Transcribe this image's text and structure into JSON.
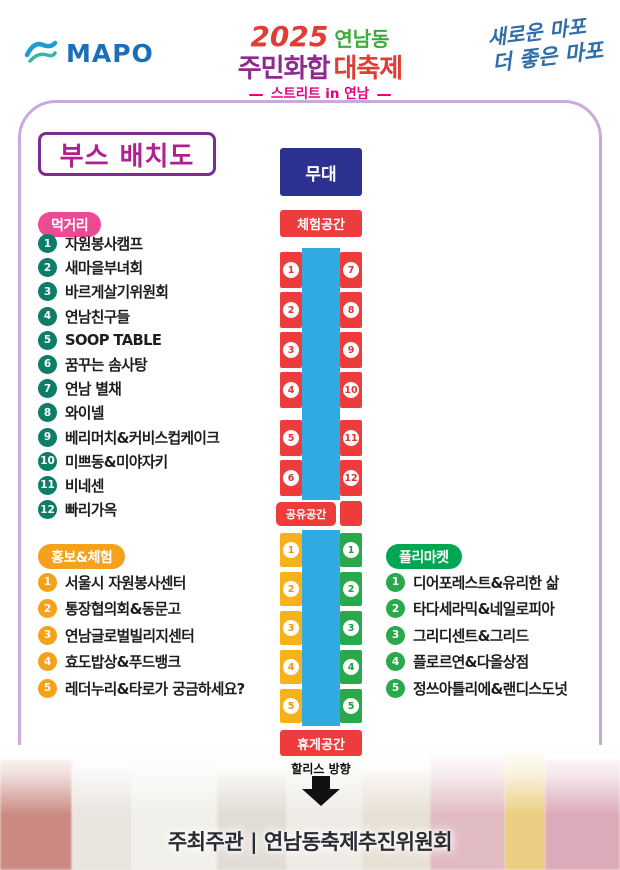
{
  "header": {
    "logo_text": "MAPO",
    "title_year": "2025",
    "title_place": "연남동",
    "title_main1": "주민화합",
    "title_main2": "대축제",
    "subtitle": "스트리트 in 연남",
    "slogan_line1": "새로운 마포",
    "slogan_line2": "더 좋은 마포"
  },
  "page_title": "부스 배치도",
  "legend": {
    "food": {
      "label": "먹거리",
      "numbers": [
        "1",
        "2",
        "3",
        "4",
        "5",
        "6",
        "7",
        "8",
        "9",
        "10",
        "11",
        "12"
      ],
      "items": [
        "자원봉사캠프",
        "새마을부녀회",
        "바르게살기위원회",
        "연남친구들",
        "SOOP TABLE",
        "꿈꾸는 솜사탕",
        "연남 별채",
        "와이넬",
        "베리머치&커비스컵케이크",
        "미쁘동&미야자키",
        "비네센",
        "빠리가옥"
      ]
    },
    "promo": {
      "label": "홍보&체험",
      "numbers": [
        "1",
        "2",
        "3",
        "4",
        "5"
      ],
      "items": [
        "서울시 자원봉사센터",
        "통장협의회&동문고",
        "연남글로벌빌리지센터",
        "효도밥상&푸드뱅크",
        "레더누리&타로가 궁금하세요?"
      ]
    },
    "market": {
      "label": "플리마켓",
      "numbers": [
        "1",
        "2",
        "3",
        "4",
        "5"
      ],
      "items": [
        "디어포레스트&유리한 삶",
        "타다세라믹&네일로피아",
        "그리디센트&그리드",
        "플로르연&다올상점",
        "정쓰아틀리에&랜디스도넛"
      ]
    }
  },
  "map": {
    "stage_label": "무대",
    "experience_label": "체험공간",
    "shared_label": "공유공간",
    "rest_label": "휴게공간",
    "direction_label": "할리스 방향",
    "food_left": [
      "1",
      "2",
      "3",
      "4",
      "5",
      "6"
    ],
    "food_right": [
      "7",
      "8",
      "9",
      "10",
      "11",
      "12"
    ],
    "promo_booths": [
      "1",
      "2",
      "3",
      "4",
      "5"
    ],
    "market_booths": [
      "1",
      "2",
      "3",
      "4",
      "5"
    ]
  },
  "footer": {
    "text": "주최주관 | 연남동축제추진위원회"
  },
  "colors": {
    "food_badge": "#ee4a93",
    "food_number": "#0e7d68",
    "promo_accent": "#f5a21b",
    "market_accent": "#00a651",
    "booth_red": "#ee3b3b",
    "booth_yellow": "#f7b219",
    "booth_green": "#2aa84c",
    "street_blue": "#31aae1",
    "stage_navy": "#2d3190",
    "frame_purple": "#c9aade",
    "title_border_purple": "#7b2d91",
    "title_text_magenta": "#b0208f",
    "logo_blue": "#1a6fb8",
    "slogan_blue": "#2e6ea9"
  }
}
